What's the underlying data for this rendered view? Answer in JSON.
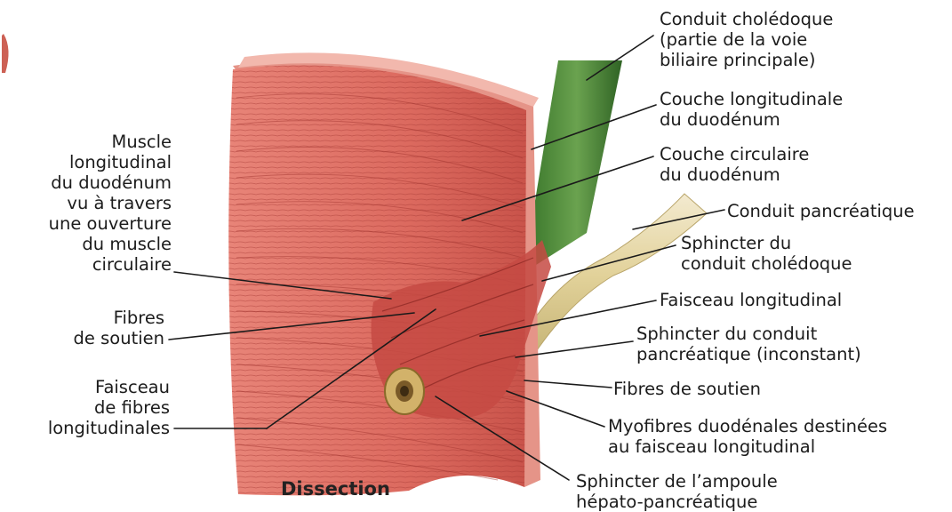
{
  "caption": "Dissection",
  "labels": {
    "conduit_choledoque": [
      "Conduit cholédoque",
      "(partie de la voie",
      "biliaire principale)"
    ],
    "couche_longitudinale": [
      "Couche longitudinale",
      "du duodénum"
    ],
    "couche_circulaire": [
      "Couche circulaire",
      "du duodénum"
    ],
    "conduit_pancreatique": [
      "Conduit pancréatique"
    ],
    "sphincter_choledoque": [
      "Sphincter du",
      "conduit cholédoque"
    ],
    "faisceau_longitudinal": [
      "Faisceau longitudinal"
    ],
    "sphincter_pancreatique": [
      "Sphincter du conduit",
      "pancréatique (inconstant)"
    ],
    "fibres_soutien_droite": [
      "Fibres de soutien"
    ],
    "myofibres": [
      "Myofibres duodénales destinées",
      "au faisceau longitudinal"
    ],
    "sphincter_ampoule": [
      "Sphincter de l’ampoule",
      "hépato-pancréatique"
    ],
    "muscle_longitudinal": [
      "Muscle",
      "longitudinal",
      "du duodénum",
      "vu à travers",
      "une ouverture",
      "du muscle",
      "circulaire"
    ],
    "fibres_soutien_gauche": [
      "Fibres",
      "de soutien"
    ],
    "faisceau_fibres": [
      "Faisceau",
      "de fibres",
      "longitudinales"
    ]
  },
  "colors": {
    "muscle": "#d9665c",
    "muscle_dark": "#b53a35",
    "bile_duct": "#4f8a3c",
    "pancreatic_duct": "#e6d9a6",
    "leader_line": "#1a1a1a"
  }
}
